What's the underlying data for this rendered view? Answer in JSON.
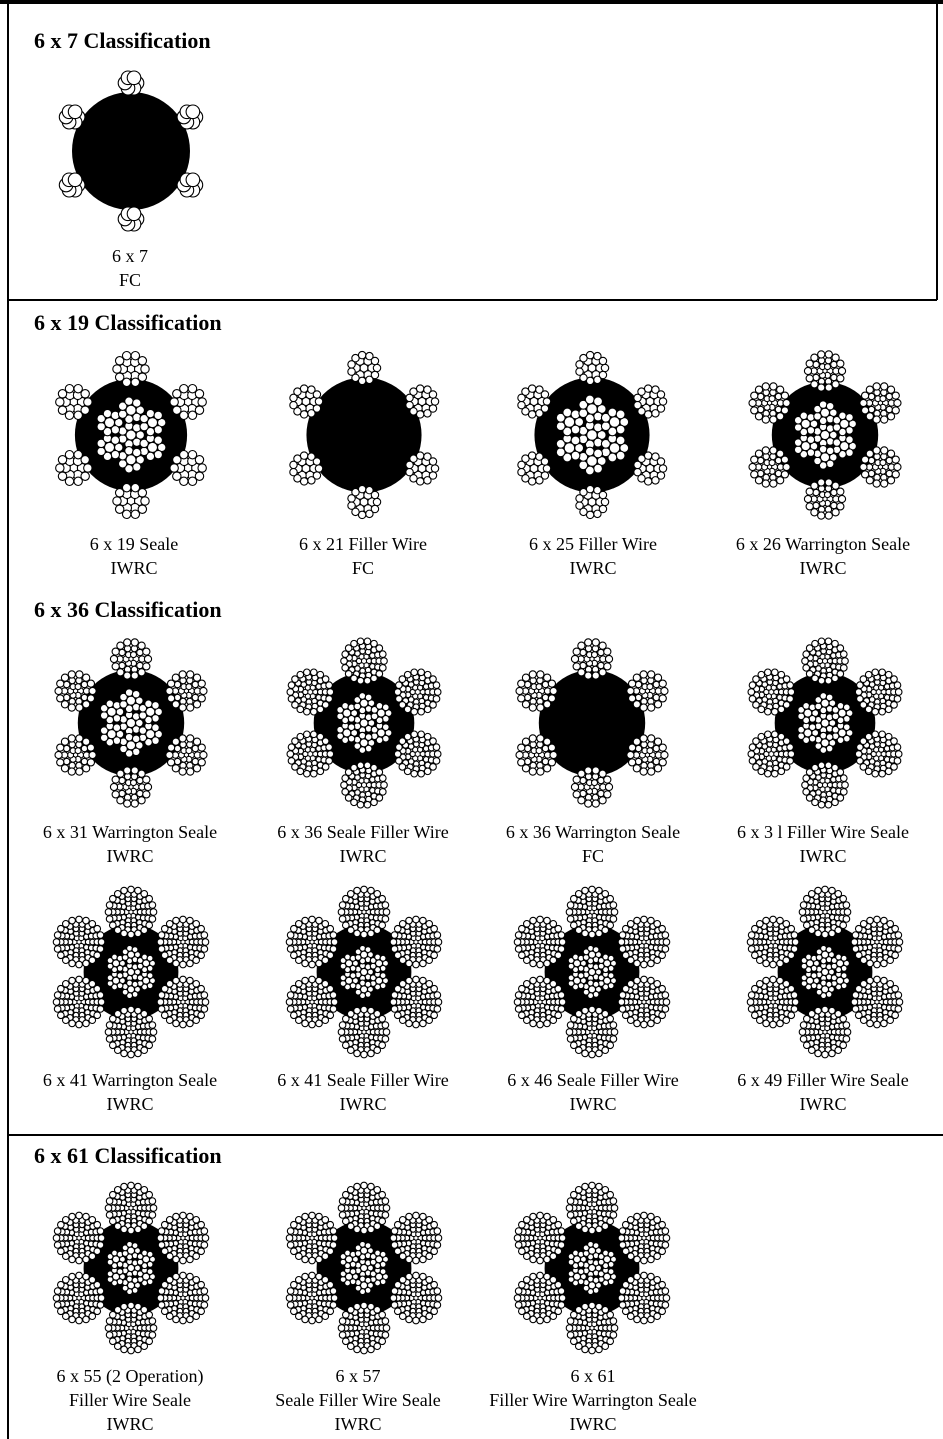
{
  "sections": [
    {
      "heading": "6 x 7 Classification",
      "items": [
        {
          "lines": [
            "6 x 7",
            "FC"
          ],
          "type": "plain",
          "core": "fc"
        }
      ]
    },
    {
      "heading": "6 x 19 Classification",
      "items": [
        {
          "lines": [
            "6 x 19 Seale",
            "IWRC"
          ],
          "type": "seale",
          "core": "iwrc"
        },
        {
          "lines": [
            "6 x 21 Filler Wire",
            "FC"
          ],
          "type": "filler",
          "core": "fc"
        },
        {
          "lines": [
            "6 x 25 Filler Wire",
            "IWRC"
          ],
          "type": "filler",
          "core": "iwrc"
        },
        {
          "lines": [
            "6 x 26 Warrington Seale",
            "IWRC"
          ],
          "type": "warrington",
          "core": "iwrc"
        }
      ]
    },
    {
      "heading": "6 x 36 Classification",
      "items": [
        {
          "lines": [
            "6 x 31 Warrington Seale",
            "IWRC"
          ],
          "type": "warrington",
          "core": "iwrc"
        },
        {
          "lines": [
            "6 x 36 Seale Filler Wire",
            "IWRC"
          ],
          "type": "sealefiller",
          "core": "iwrc"
        },
        {
          "lines": [
            "6 x 36 Warrington Seale",
            "FC"
          ],
          "type": "warrington",
          "core": "fc"
        },
        {
          "lines": [
            "6 x 3 l Filler Wire Seale",
            "IWRC"
          ],
          "type": "sealefiller",
          "core": "iwrc"
        },
        {
          "lines": [
            "6 x 41 Warrington Seale",
            "IWRC"
          ],
          "type": "dense",
          "core": "iwrc"
        },
        {
          "lines": [
            "6 x 41 Seale Filler Wire",
            "IWRC"
          ],
          "type": "dense",
          "core": "iwrc"
        },
        {
          "lines": [
            "6 x 46 Seale Filler Wire",
            "IWRC"
          ],
          "type": "dense",
          "core": "iwrc"
        },
        {
          "lines": [
            "6 x 49 Filler Wire Seale",
            "IWRC"
          ],
          "type": "dense",
          "core": "iwrc"
        }
      ]
    },
    {
      "heading": "6 x 61 Classification",
      "items": [
        {
          "lines": [
            "6 x 55 (2 Operation)",
            "Filler Wire Seale",
            "IWRC"
          ],
          "type": "dense",
          "core": "iwrc"
        },
        {
          "lines": [
            "6 x 57",
            "Seale Filler Wire Seale",
            "IWRC"
          ],
          "type": "dense",
          "core": "iwrc"
        },
        {
          "lines": [
            "6 x 61",
            "Filler Wire Warrington Seale",
            "IWRC"
          ],
          "type": "dense",
          "core": "iwrc"
        }
      ]
    }
  ],
  "colors": {
    "ink": "#000000",
    "paper": "#ffffff"
  }
}
